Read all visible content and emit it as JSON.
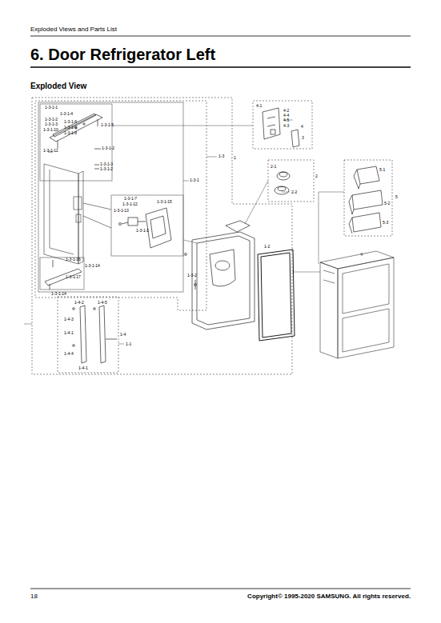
{
  "diagram": {
    "title": "6. Door Refrigerator Left",
    "labels": [
      "Exploded Views and Parts List",
      "Exploded View",
      "18",
      "Copyright© 1995-2020 SAMSUNG. All rights reserved.",
      "1-3-1-1",
      "1-3-1-4",
      "1-3-1-2",
      "1-3-1-3",
      "1-3-1-6",
      "1-3-1-9",
      "1-3-1-5",
      "1-3-1-10",
      "1-3-1-8",
      "1-3-1-11",
      "1-3-1-2",
      "1-3-1-3",
      "1-3-1-2",
      "1-3-1",
      "1-3",
      "1",
      "1-3-1-7",
      "1-3-1-12",
      "1-3-1-13",
      "1-3-1-2",
      "1-3-1-15",
      "1-3-1-16",
      "1-3-1-14",
      "1-3-1-17",
      "1-3-1-14",
      "1-3-2",
      "1-2",
      "1-4-2",
      "1-4-5",
      "1-4-3",
      "1-4-1",
      "1-4",
      "1-1",
      "1-4-4",
      "1-4-1",
      "4-1",
      "4-2",
      "4-4",
      "4-5",
      "4-3",
      "4",
      "3",
      "2-1",
      "2",
      "2-2",
      "5-1",
      "5",
      "5-2",
      "5-3"
    ]
  }
}
